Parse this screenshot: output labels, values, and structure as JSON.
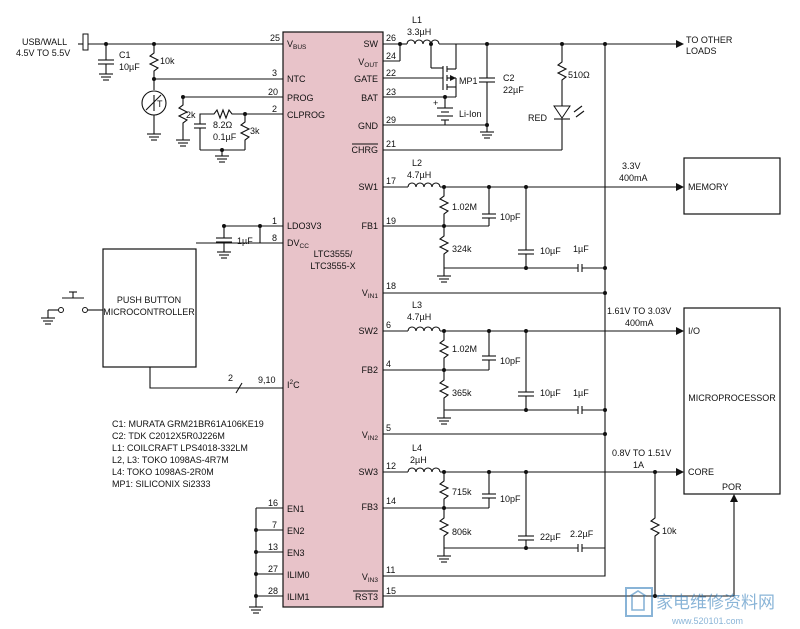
{
  "chip": {
    "name1": "LTC3555/",
    "name2": "LTC3555-X",
    "left_pins": [
      {
        "num": "25",
        "name": "VBUS"
      },
      {
        "num": "3",
        "name": "NTC"
      },
      {
        "num": "20",
        "name": "PROG"
      },
      {
        "num": "2",
        "name": "CLPROG"
      },
      {
        "num": "1",
        "name": "LDO3V3"
      },
      {
        "num": "8",
        "name": "DVCC"
      },
      {
        "num": "9,10",
        "name": "I2C"
      },
      {
        "num": "16",
        "name": "EN1"
      },
      {
        "num": "7",
        "name": "EN2"
      },
      {
        "num": "13",
        "name": "EN3"
      },
      {
        "num": "27",
        "name": "ILIM0"
      },
      {
        "num": "28",
        "name": "ILIM1"
      }
    ],
    "right_pins": [
      {
        "num": "26",
        "name": "SW"
      },
      {
        "num": "24",
        "name": "VOUT"
      },
      {
        "num": "22",
        "name": "GATE"
      },
      {
        "num": "23",
        "name": "BAT"
      },
      {
        "num": "29",
        "name": "GND"
      },
      {
        "num": "21",
        "name": "CHRG"
      },
      {
        "num": "17",
        "name": "SW1"
      },
      {
        "num": "19",
        "name": "FB1"
      },
      {
        "num": "18",
        "name": "VIN1"
      },
      {
        "num": "6",
        "name": "SW2"
      },
      {
        "num": "4",
        "name": "FB2"
      },
      {
        "num": "5",
        "name": "VIN2"
      },
      {
        "num": "12",
        "name": "SW3"
      },
      {
        "num": "14",
        "name": "FB3"
      },
      {
        "num": "11",
        "name": "VIN3"
      },
      {
        "num": "15",
        "name": "RST3"
      }
    ]
  },
  "input": {
    "line1": "USB/WALL",
    "line2": "4.5V TO 5.5V"
  },
  "parts": {
    "c1": "C1",
    "c1v": "10µF",
    "r10k": "10k",
    "thermistor": "T",
    "r2k": "2k",
    "r82": "8.2Ω",
    "c01": "0.1µF",
    "r3k": "3k",
    "l1": "L1",
    "l1v": "3.3µH",
    "mp1": "MP1",
    "c2": "C2",
    "c2v": "22µF",
    "r510": "510Ω",
    "red": "RED",
    "liion": "Li-Ion",
    "c1u_ldo": "1µF",
    "l2": "L2",
    "l2v": "4.7µH",
    "r102a": "1.02M",
    "c10pa": "10pF",
    "r324": "324k",
    "c10ua": "10µF",
    "c1ua": "1µF",
    "l3": "L3",
    "l3v": "4.7µH",
    "r102b": "1.02M",
    "c10pb": "10pF",
    "r365": "365k",
    "c10ub": "10µF",
    "c1ub": "1µF",
    "l4": "L4",
    "l4v": "2µH",
    "r715": "715k",
    "c10pc": "10pF",
    "r806": "806k",
    "c22u": "22µF",
    "c22b": "2.2µF",
    "r10kb": "10k"
  },
  "outputs": {
    "other1": "TO OTHER",
    "other2": "LOADS",
    "v33": "3.3V",
    "v33i": "400mA",
    "v2a": "1.61V TO 3.03V",
    "v2i": "400mA",
    "v3a": "0.8V TO 1.51V",
    "v3i": "1A"
  },
  "blocks": {
    "pushbutton1": "PUSH BUTTON",
    "pushbutton2": "MICROCONTROLLER",
    "memory": "MEMORY",
    "micro": "MICROPROCESSOR",
    "io": "I/O",
    "core": "CORE",
    "por": "POR",
    "bus_count": "2"
  },
  "notes": [
    "C1: MURATA GRM21BR61A106KE19",
    "C2: TDK C2012X5R0J226M",
    "L1: COILCRAFT LPS4018-332LM",
    "L2, L3: TOKO 1098AS-4R7M",
    "L4: TOKO 1098AS-2R0M",
    "MP1: SILICONIX Si2333"
  ],
  "watermark": {
    "cn": "家电维修资料网",
    "url": "www.520101.com"
  }
}
